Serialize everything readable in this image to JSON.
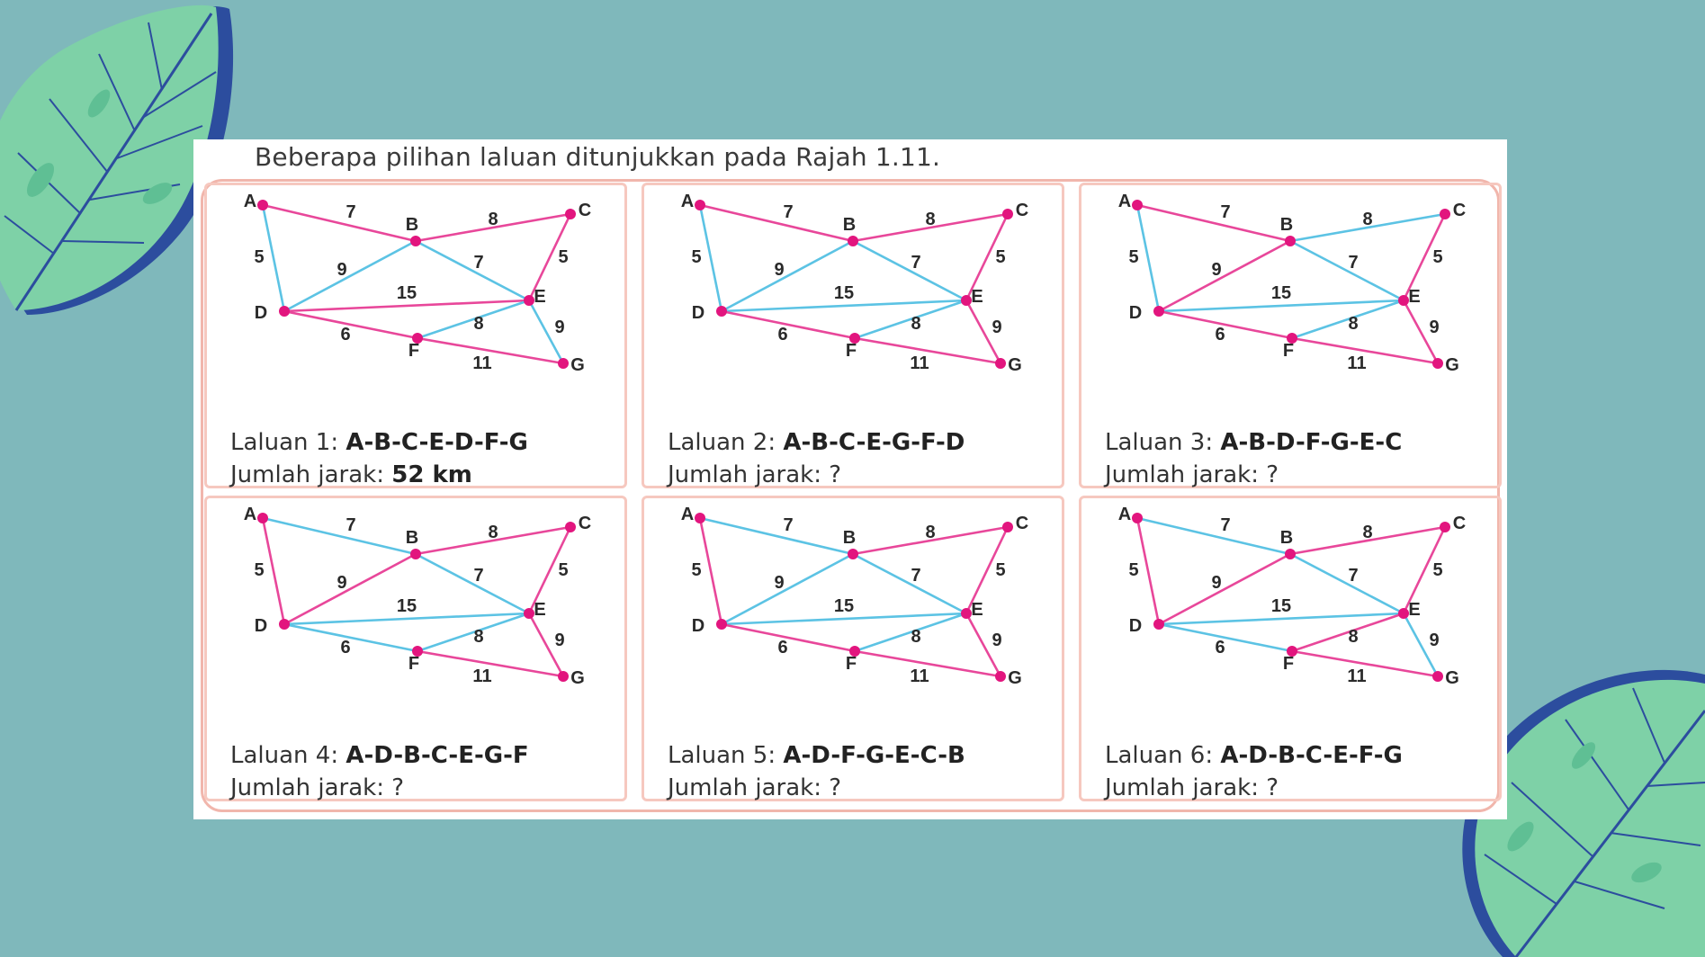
{
  "heading": "Beberapa pilihan laluan ditunjukkan pada Rajah 1.11.",
  "colors": {
    "background": "#7fb8bb",
    "route_edge": "#e8479a",
    "other_edge": "#5cc3e4",
    "node": "#e2157e",
    "leaf_light": "#7ed1a7",
    "leaf_dark": "#2c4d9e"
  },
  "graph": {
    "vertices": [
      "A",
      "B",
      "C",
      "D",
      "E",
      "F",
      "G"
    ],
    "edges": [
      {
        "from": "A",
        "to": "B",
        "weight": "7"
      },
      {
        "from": "B",
        "to": "C",
        "weight": "8"
      },
      {
        "from": "A",
        "to": "D",
        "weight": "5"
      },
      {
        "from": "D",
        "to": "B",
        "weight": "9"
      },
      {
        "from": "B",
        "to": "E",
        "weight": "7"
      },
      {
        "from": "C",
        "to": "E",
        "weight": "5"
      },
      {
        "from": "D",
        "to": "E",
        "weight": "15"
      },
      {
        "from": "D",
        "to": "F",
        "weight": "6"
      },
      {
        "from": "F",
        "to": "E",
        "weight": "8"
      },
      {
        "from": "E",
        "to": "G",
        "weight": "9"
      },
      {
        "from": "F",
        "to": "G",
        "weight": "11"
      }
    ]
  },
  "routes": [
    {
      "label": "Laluan 1:",
      "path": "A-B-C-E-D-F-G",
      "distance_label": "Jumlah jarak:",
      "distance": "52 km"
    },
    {
      "label": "Laluan 2:",
      "path": "A-B-C-E-G-F-D",
      "distance_label": "Jumlah jarak:",
      "distance": "?"
    },
    {
      "label": "Laluan 3:",
      "path": "A-B-D-F-G-E-C",
      "distance_label": "Jumlah jarak:",
      "distance": "?"
    },
    {
      "label": "Laluan 4:",
      "path": "A-D-B-C-E-G-F",
      "distance_label": "Jumlah jarak:",
      "distance": "?"
    },
    {
      "label": "Laluan 5:",
      "path": "A-D-F-G-E-C-B",
      "distance_label": "Jumlah jarak:",
      "distance": "?"
    },
    {
      "label": "Laluan 6:",
      "path": "A-D-B-C-E-F-G",
      "distance_label": "Jumlah jarak:",
      "distance": "?"
    }
  ]
}
